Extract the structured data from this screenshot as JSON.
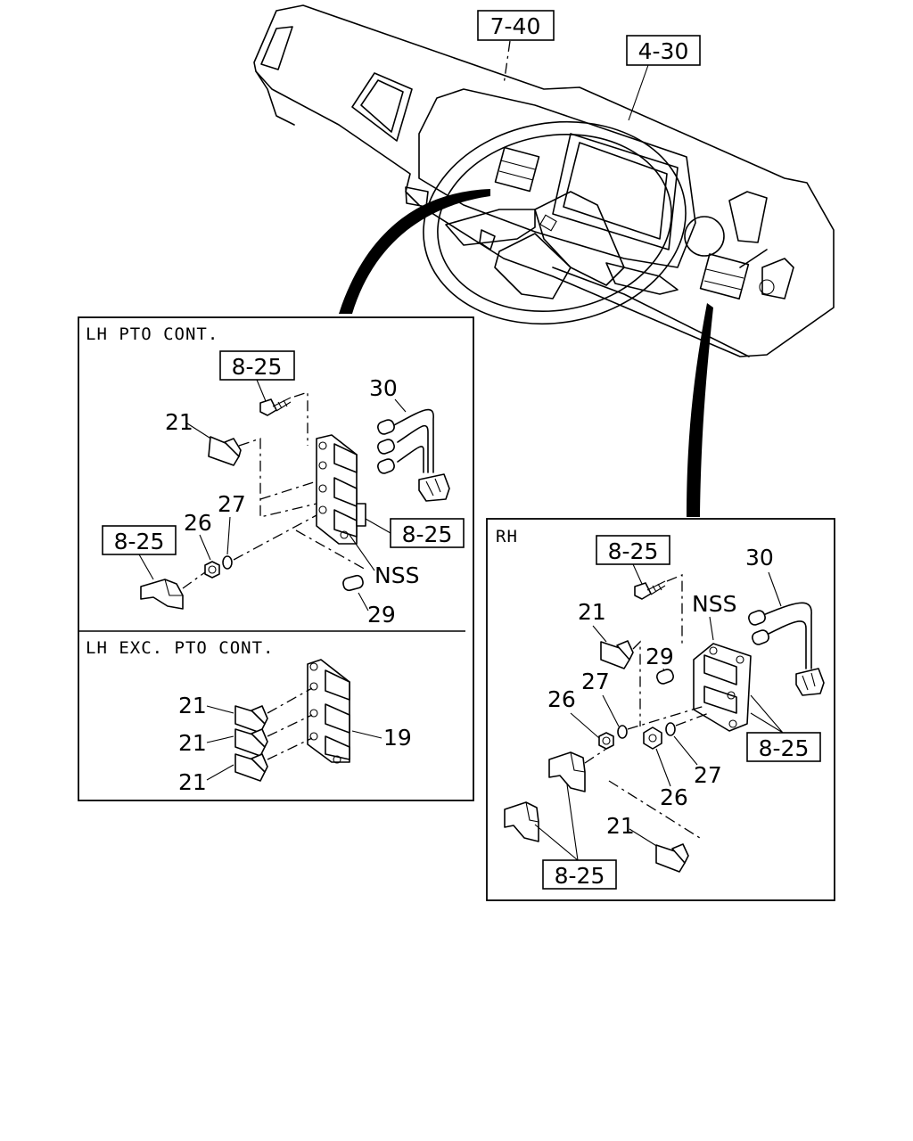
{
  "dashboard": {
    "ref_top_left": "7-40",
    "ref_top_right": "4-30"
  },
  "lh_panel": {
    "title": "LH PTO CONT.",
    "ref_screw": "8-25",
    "ref_bracket": "8-25",
    "ref_knob": "8-25",
    "num_21": "21",
    "num_26": "26",
    "num_27": "27",
    "num_29": "29",
    "num_30": "30",
    "nss": "NSS",
    "sub_title": "LH EXC. PTO CONT.",
    "exc_21a": "21",
    "exc_21b": "21",
    "exc_21c": "21",
    "exc_19": "19"
  },
  "rh_panel": {
    "title": "RH",
    "ref_screw": "8-25",
    "ref_bracket": "8-25",
    "ref_knobs": "8-25",
    "num_21a": "21",
    "num_21b": "21",
    "num_29": "29",
    "num_30": "30",
    "num_26a": "26",
    "num_26b": "26",
    "num_27a": "27",
    "num_27b": "27",
    "nss": "NSS"
  }
}
